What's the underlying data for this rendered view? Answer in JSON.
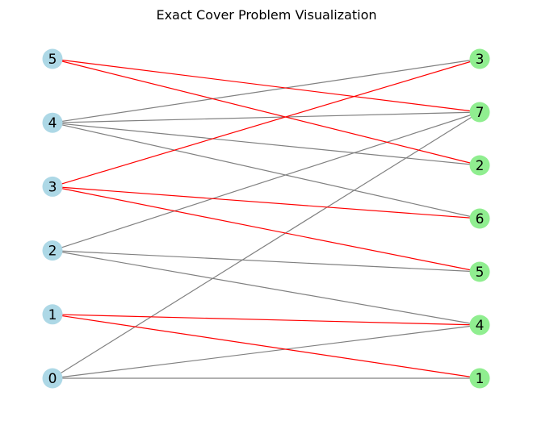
{
  "title": "Exact Cover Problem Visualization",
  "colors": {
    "left_node": "#add8e6",
    "right_node": "#90ee90",
    "edge_default": "#808080",
    "edge_selected": "#ff0000",
    "label": "#000000"
  },
  "graph": {
    "left_nodes": [
      "0",
      "1",
      "2",
      "3",
      "4",
      "5"
    ],
    "right_nodes": [
      "1",
      "4",
      "5",
      "6",
      "2",
      "7",
      "3"
    ],
    "edges": [
      {
        "from": "5",
        "to": "7",
        "selected": true
      },
      {
        "from": "5",
        "to": "2",
        "selected": true
      },
      {
        "from": "4",
        "to": "3",
        "selected": false
      },
      {
        "from": "4",
        "to": "7",
        "selected": false
      },
      {
        "from": "4",
        "to": "2",
        "selected": false
      },
      {
        "from": "4",
        "to": "6",
        "selected": false
      },
      {
        "from": "3",
        "to": "3",
        "selected": true
      },
      {
        "from": "3",
        "to": "6",
        "selected": true
      },
      {
        "from": "3",
        "to": "5",
        "selected": true
      },
      {
        "from": "2",
        "to": "7",
        "selected": false
      },
      {
        "from": "2",
        "to": "5",
        "selected": false
      },
      {
        "from": "2",
        "to": "4",
        "selected": false
      },
      {
        "from": "1",
        "to": "4",
        "selected": true
      },
      {
        "from": "1",
        "to": "1",
        "selected": true
      },
      {
        "from": "0",
        "to": "7",
        "selected": false
      },
      {
        "from": "0",
        "to": "4",
        "selected": false
      },
      {
        "from": "0",
        "to": "1",
        "selected": false
      }
    ]
  }
}
